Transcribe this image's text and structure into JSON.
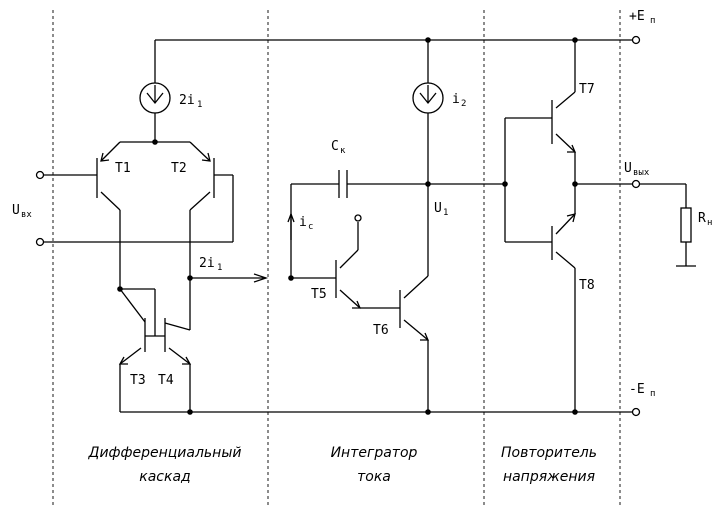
{
  "labels": {
    "vplus": "+E",
    "vplus_sub": "п",
    "vminus": "-E",
    "vminus_sub": "п",
    "src1": "2i",
    "src1_sub": "1",
    "src2": "i",
    "src2_sub": "2",
    "t1": "T1",
    "t2": "T2",
    "t3": "T3",
    "t4": "T4",
    "t5": "T5",
    "t6": "T6",
    "t7": "T7",
    "t8": "T8",
    "uin": "U",
    "uin_sub": "вх",
    "uout": "U",
    "uout_sub": "вых",
    "u1": "U",
    "u1_sub": "1",
    "ck": "C",
    "ck_sub": "к",
    "ic": "i",
    "ic_sub": "c",
    "i1": "2i",
    "i1_sub": "1",
    "rn": "R",
    "rn_sub": "н"
  },
  "sections": {
    "diff_1": "Дифференциальный",
    "diff_2": "каскад",
    "int_1": "Интегратор",
    "int_2": "тока",
    "rep_1": "Повторитель",
    "rep_2": "напряжения"
  }
}
